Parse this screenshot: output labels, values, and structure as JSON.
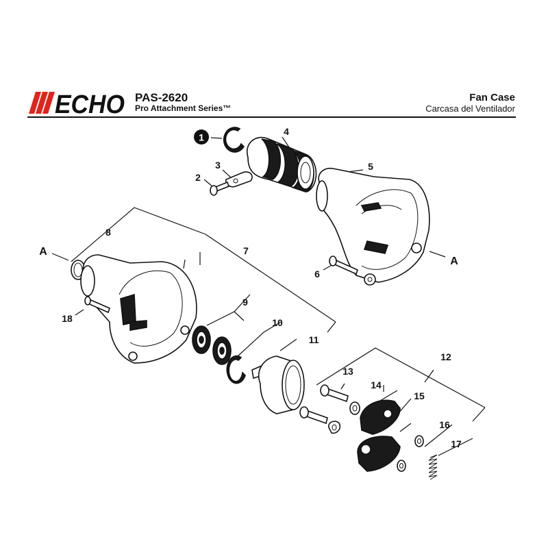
{
  "header": {
    "brand": "ECHO",
    "brand_color": "#e2231a",
    "model": "PAS-2620",
    "series": "Pro Attachment Series™",
    "title_en": "Fan Case",
    "title_es": "Carcasa del Ventilador"
  },
  "callouts": {
    "c1": "1",
    "c2": "2",
    "c3": "3",
    "c4": "4",
    "c5": "5",
    "c6": "6",
    "c7": "7",
    "c8": "8",
    "c9": "9",
    "c10": "10",
    "c11": "11",
    "c12": "12",
    "c13": "13",
    "c14": "14",
    "c15": "15",
    "c16": "16",
    "c17": "17",
    "c18": "18"
  },
  "refs": {
    "left": "A",
    "right": "A"
  }
}
